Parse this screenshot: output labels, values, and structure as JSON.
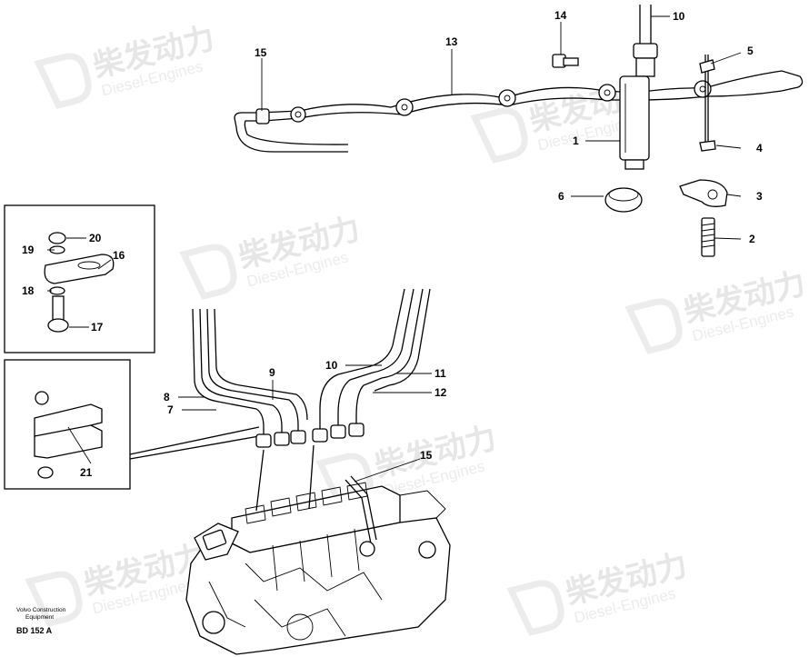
{
  "watermark": {
    "brand_cn": "柴发动力",
    "brand_en": "Diesel-Engines"
  },
  "caption": {
    "line1": "Volvo Construction",
    "line2": "Equipment",
    "code": "BD 152 A"
  },
  "callouts": {
    "c1": "1",
    "c2": "2",
    "c3": "3",
    "c4": "4",
    "c5": "5",
    "c6": "6",
    "c7": "7",
    "c8": "8",
    "c9": "9",
    "c10_top": "10",
    "c10": "10",
    "c11": "11",
    "c12": "12",
    "c13": "13",
    "c14": "14",
    "c15_top": "15",
    "c15": "15",
    "c16": "16",
    "c17": "17",
    "c18": "18",
    "c19": "19",
    "c20": "20",
    "c21": "21"
  }
}
